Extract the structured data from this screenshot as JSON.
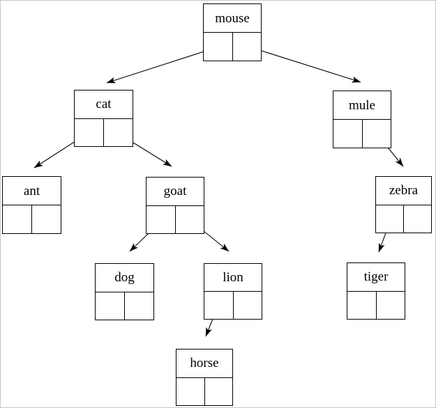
{
  "page": {
    "background_color": "#ffffff",
    "border_color": "#c3c6ca",
    "line_color": "#000000",
    "text_color": "#000000"
  },
  "diagram": {
    "type": "binary-search-tree",
    "description": "Linked binary tree of animal names; each node drawn as a record with a name field on top and left/right pointer cells below, arrows from pointer cells to child nodes",
    "nodes": [
      {
        "label": "mouse"
      },
      {
        "label": "cat"
      },
      {
        "label": "mule"
      },
      {
        "label": "ant"
      },
      {
        "label": "goat"
      },
      {
        "label": "zebra"
      },
      {
        "label": "dog"
      },
      {
        "label": "lion"
      },
      {
        "label": "tiger"
      },
      {
        "label": "horse"
      }
    ],
    "edges": [
      {
        "from": "mouse",
        "pointer": "left",
        "to": "cat"
      },
      {
        "from": "mouse",
        "pointer": "right",
        "to": "mule"
      },
      {
        "from": "cat",
        "pointer": "left",
        "to": "ant"
      },
      {
        "from": "cat",
        "pointer": "right",
        "to": "goat"
      },
      {
        "from": "goat",
        "pointer": "left",
        "to": "dog"
      },
      {
        "from": "goat",
        "pointer": "right",
        "to": "lion"
      },
      {
        "from": "mule",
        "pointer": "right",
        "to": "zebra"
      },
      {
        "from": "zebra",
        "pointer": "left",
        "to": "tiger"
      },
      {
        "from": "lion",
        "pointer": "left",
        "to": "horse"
      }
    ]
  }
}
